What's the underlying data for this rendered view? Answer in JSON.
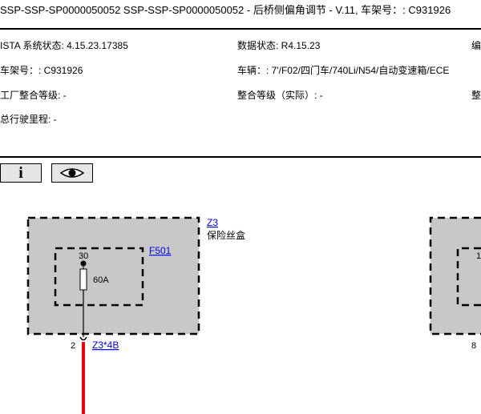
{
  "header": {
    "title": "SSP-SSP-SP0000050052 SSP-SSP-SP0000050052 - 后桥侧偏角调节 - V.11, 车架号：: C931926"
  },
  "info": {
    "ista_status": "ISTA 系统状态: 4.15.23.17385",
    "data_status": "数据状态: R4.15.23",
    "col3_row1": "编",
    "vin": "车架号：: C931926",
    "vehicle": "车辆：: 7'/F02/四门车/740Li/N54/自动变速箱/ECE",
    "factory_level": "工厂整合等级: -",
    "actual_level": "整合等级（实际）: -",
    "col3_row3": "整",
    "mileage": "总行驶里程: -"
  },
  "toolbar": {
    "info_icon_glyph": "i",
    "view_icon": "eye-icon"
  },
  "diagram": {
    "component_id": "Z3",
    "component_name": "保险丝盒",
    "fuse_id": "F501",
    "fuse_pin": "30",
    "fuse_rating": "60A",
    "connector_pin": "2",
    "connector_id": "Z3*4B",
    "right_pin_partial": "1",
    "right_connector_pin": "8",
    "colors": {
      "box_fill": "#c8c8c8",
      "wire": "#e8000e",
      "link": "#0000ee"
    }
  }
}
